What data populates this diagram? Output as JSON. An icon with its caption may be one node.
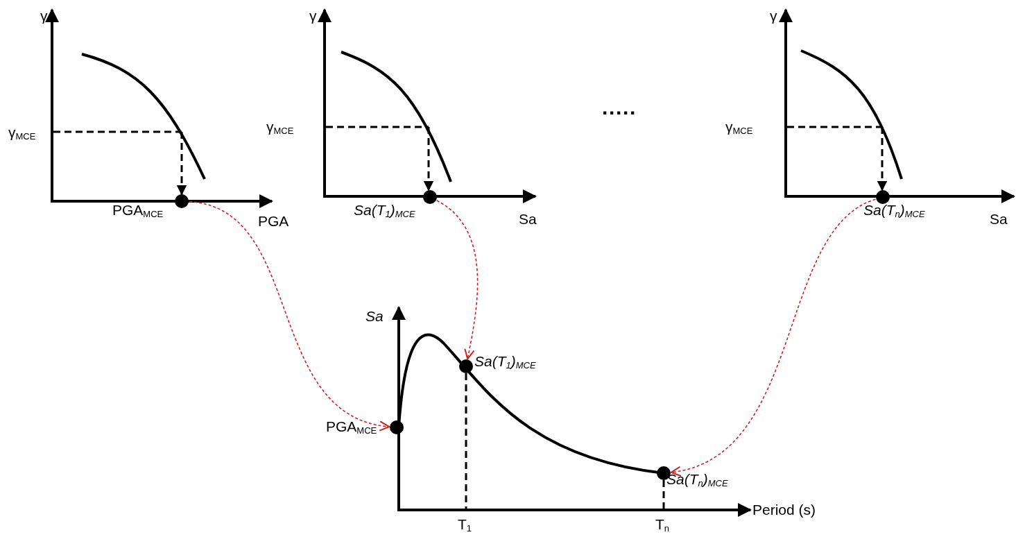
{
  "diagram": {
    "nodes": [
      {
        "text": [],
        "shape": "circle",
        "beside": [
          "PGA$_{MCE}$"
        ]
      },
      {
        "text": [],
        "shape": "circle",
        "beside": [
          "Sa(T$_{1}$)$_{MCE}$"
        ]
      },
      {
        "text": [],
        "shape": "circle",
        "beside": [
          "Sa(T$_{n}$)$_{MCE}$"
        ]
      },
      {
        "text": [],
        "shape": "circle",
        "beside": [
          "PGA$_{MCE}$"
        ]
      },
      {
        "text": [],
        "shape": "circle",
        "beside": [
          "Sa(T$_{1}$)$_{MCE}$"
        ]
      },
      {
        "text": [],
        "shape": "circle",
        "beside": [
          "Sa(T$_{n}$)$_{MCE}$"
        ]
      }
    ],
    "edges": [
      {
        "from": 0,
        "to": 3,
        "arrow": "to",
        "style": "dashed",
        "color": "#cc2222"
      },
      {
        "from": 1,
        "to": 4,
        "arrow": "to",
        "style": "dashed",
        "color": "#cc2222"
      },
      {
        "from": 2,
        "to": 5,
        "arrow": "to",
        "style": "dashed",
        "color": "#cc2222"
      }
    ],
    "labels": [
      "γ",
      "γ$_{MCE}$",
      "PGA",
      "γ",
      "γ$_{MCE}$",
      "Sa",
      "·····",
      "γ",
      "γ$_{MCE}$",
      "Sa",
      "Sa",
      "Period (s)",
      "T$_{1}$",
      "T$_{n}$"
    ]
  }
}
